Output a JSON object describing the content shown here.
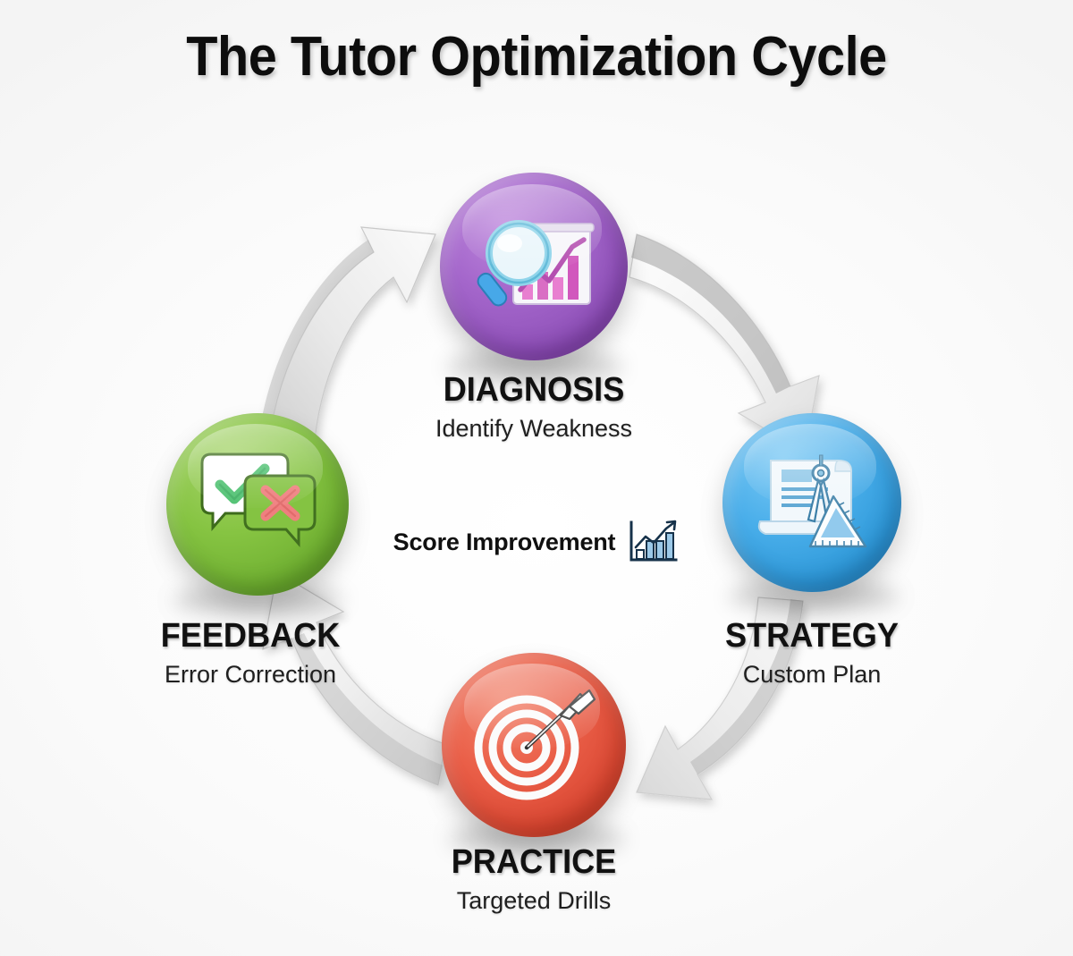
{
  "title": "The Tutor Optimization Cycle",
  "center": {
    "caption": "Score Improvement",
    "icon": "bar-chart-growth-icon"
  },
  "colors": {
    "diagnosis": "#9B5FC4",
    "strategy": "#3FA7E8",
    "practice": "#E8543F",
    "feedback": "#7CBF3F",
    "arrow": "#E4E4E4",
    "background": "#FFFFFF",
    "title_text": "#0D0D0D"
  },
  "nodes": [
    {
      "id": "diagnosis",
      "title": "DIAGNOSIS",
      "subtitle": "Identify Weakness",
      "color": "#9B5FC4",
      "icon": "magnifier-bar-chart-icon",
      "position": "top"
    },
    {
      "id": "strategy",
      "title": "STRATEGY",
      "subtitle": "Custom Plan",
      "color": "#3FA7E8",
      "icon": "blueprint-compass-ruler-icon",
      "position": "right"
    },
    {
      "id": "practice",
      "title": "PRACTICE",
      "subtitle": "Targeted Drills",
      "color": "#E8543F",
      "icon": "target-arrow-icon",
      "position": "bottom"
    },
    {
      "id": "feedback",
      "title": "FEEDBACK",
      "subtitle": "Error Correction",
      "color": "#7CBF3F",
      "icon": "speech-bubbles-check-cross-icon",
      "position": "left"
    }
  ],
  "arrows": [
    {
      "id": "feedback-to-diagnosis",
      "from": "FEEDBACK",
      "to": "DIAGNOSIS",
      "direction": "clockwise"
    },
    {
      "id": "diagnosis-to-strategy",
      "from": "DIAGNOSIS",
      "to": "STRATEGY",
      "direction": "clockwise"
    },
    {
      "id": "strategy-to-practice",
      "from": "STRATEGY",
      "to": "PRACTICE",
      "direction": "clockwise"
    },
    {
      "id": "practice-to-feedback",
      "from": "PRACTICE",
      "to": "FEEDBACK",
      "direction": "clockwise"
    }
  ]
}
